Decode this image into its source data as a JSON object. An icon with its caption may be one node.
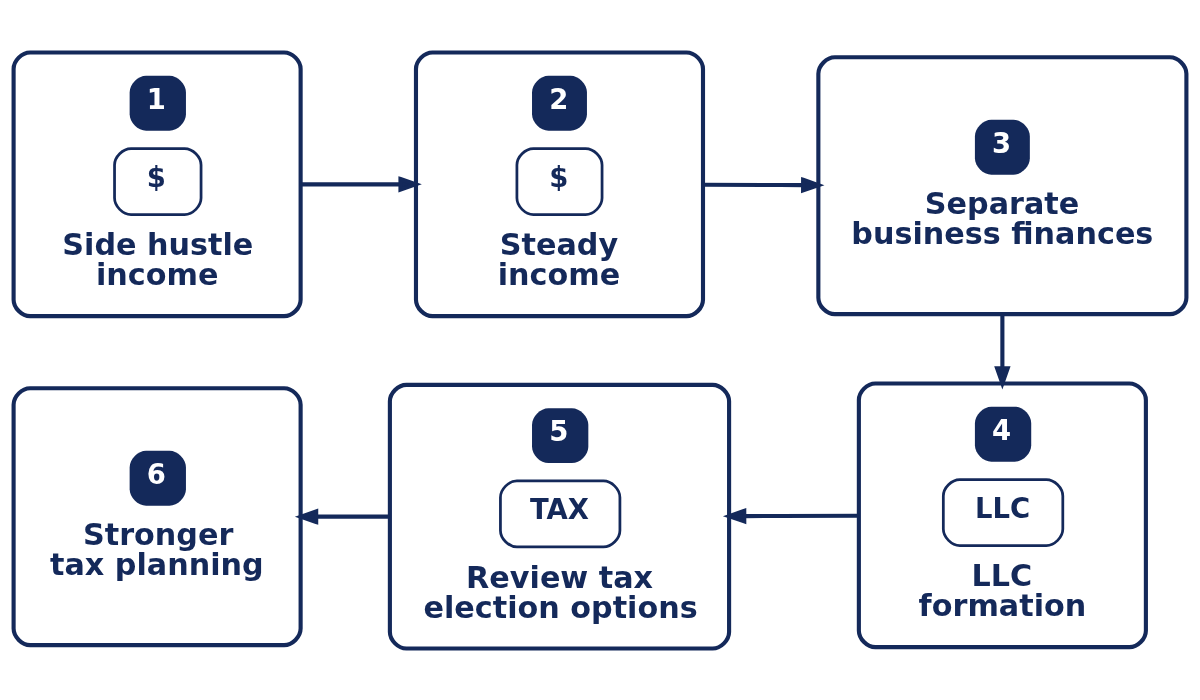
{
  "diagram": {
    "nodes": [
      {
        "text": [
          "1",
          "$",
          "Side hustle income"
        ]
      },
      {
        "text": [
          "2",
          "$",
          "Steady income"
        ]
      },
      {
        "text": [
          "3",
          "Separate business finances"
        ]
      },
      {
        "text": [
          "4",
          "LLC",
          "LLC formation"
        ]
      },
      {
        "text": [
          "5",
          "TAX",
          "Review tax election options"
        ]
      },
      {
        "text": [
          "6",
          "Stronger tax planning"
        ]
      }
    ],
    "edges": [
      {
        "from": 0,
        "to": 1,
        "arrow": "to"
      },
      {
        "from": 1,
        "to": 2,
        "arrow": "to"
      },
      {
        "from": 2,
        "to": 3,
        "arrow": "to"
      },
      {
        "from": 3,
        "to": 4,
        "arrow": "to"
      },
      {
        "from": 4,
        "to": 5,
        "arrow": "to"
      }
    ]
  }
}
